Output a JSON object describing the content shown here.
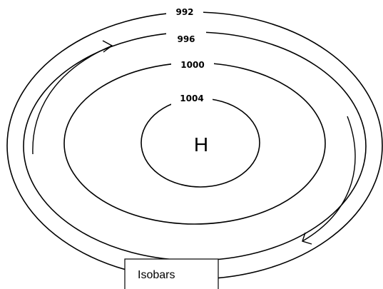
{
  "diagram": {
    "center_label": "H",
    "isobars": [
      {
        "pressure": "992"
      },
      {
        "pressure": "996"
      },
      {
        "pressure": "1000"
      },
      {
        "pressure": "1004"
      }
    ],
    "legend_label": "Isobars",
    "colors": {
      "stroke": "#000000",
      "background": "#ffffff"
    }
  }
}
